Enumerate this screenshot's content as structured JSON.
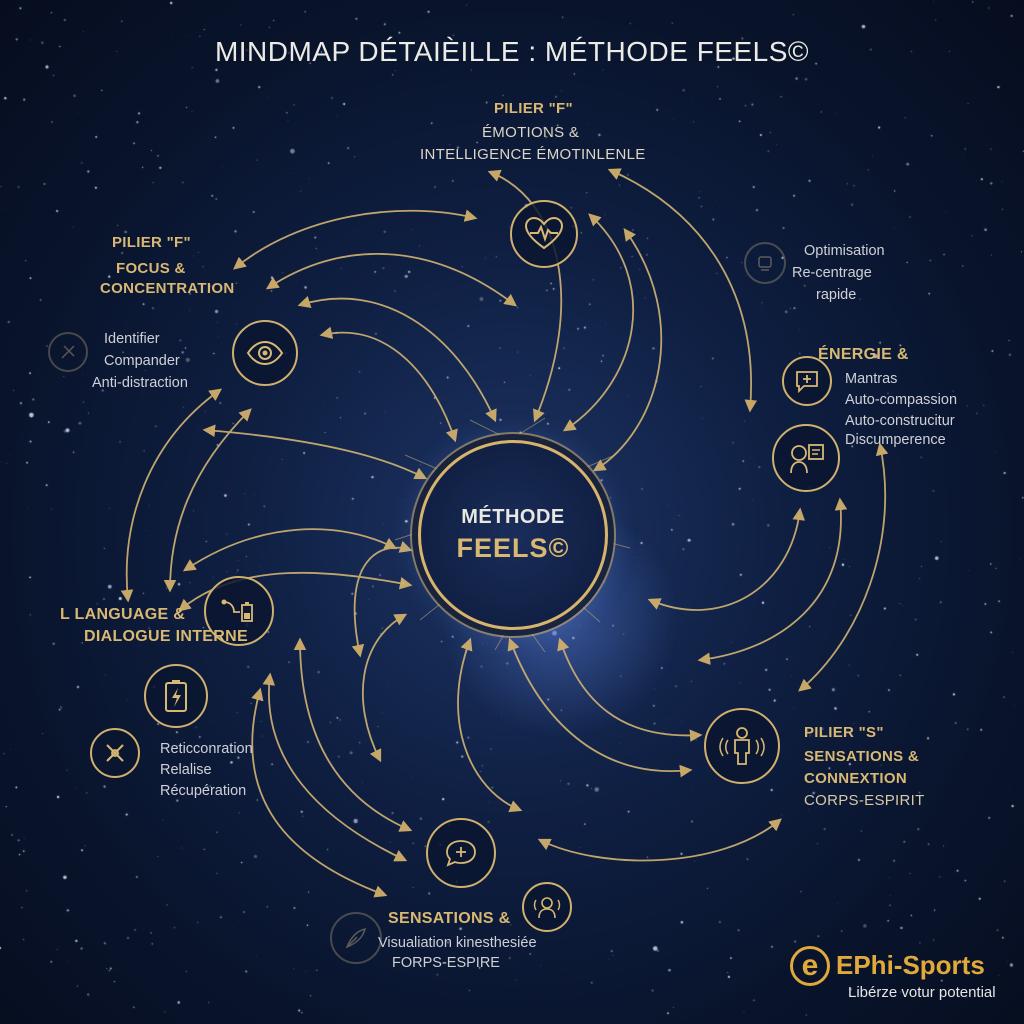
{
  "title": "MINDMAP DÉTAIÈILLE : MÉTHODE FEELS©",
  "center": {
    "line1": "MÉTHODE",
    "line2": "FEELS©"
  },
  "nodes": {
    "top": {
      "l1": "PILIER \"F\"",
      "l2": "ÉMOTIONS &",
      "l3": "INTELLIGENCE ÉMOTINLENLE"
    },
    "focus": {
      "l1": "PILIER \"F\"",
      "l2": "FOCUS &",
      "l3": "CONCENTRATION"
    },
    "focus_items": [
      "Identifier",
      "Compander",
      "Anti-distraction"
    ],
    "optim_items": [
      "Optimisation",
      "Re-centrage",
      "rapide"
    ],
    "energie": {
      "head": "ÉNERGIE &",
      "items": [
        "Mantras",
        "Auto-compassion",
        "Auto-construcitur",
        "Discumperence"
      ]
    },
    "language": {
      "l1": "L LANGUAGE &",
      "l2": "DIALOGUE INTERNE"
    },
    "language_items": [
      "Reticconration",
      "Relalise",
      "Récupération"
    ],
    "sensations_right": {
      "l1": "PILIER \"S\"",
      "l2": "SENSATIONS &",
      "l3": "CONNEXTION",
      "l4": "CORPS-ESPIRIT"
    },
    "sensations_bottom": {
      "head": "SENSATIONS &",
      "l2": "Visualiation kinesthesiée",
      "l3": "FORPS-ESPIRE"
    }
  },
  "icons": [
    "heart-pulse-icon",
    "eye-icon",
    "chat-plus-icon",
    "meditation-icon",
    "battery-bolt-icon",
    "plug-battery-icon",
    "tools-icon",
    "person-signal-icon",
    "chat-plus-icon",
    "head-waves-icon",
    "brain-icon",
    "feather-icon"
  ],
  "brand": {
    "logo": "e",
    "name": "EPhi-Sports",
    "tagline": "Libérze votur potential"
  },
  "colors": {
    "gold": "#d8b873",
    "background": "#0b1733",
    "brand_orange": "#e0a93a"
  }
}
